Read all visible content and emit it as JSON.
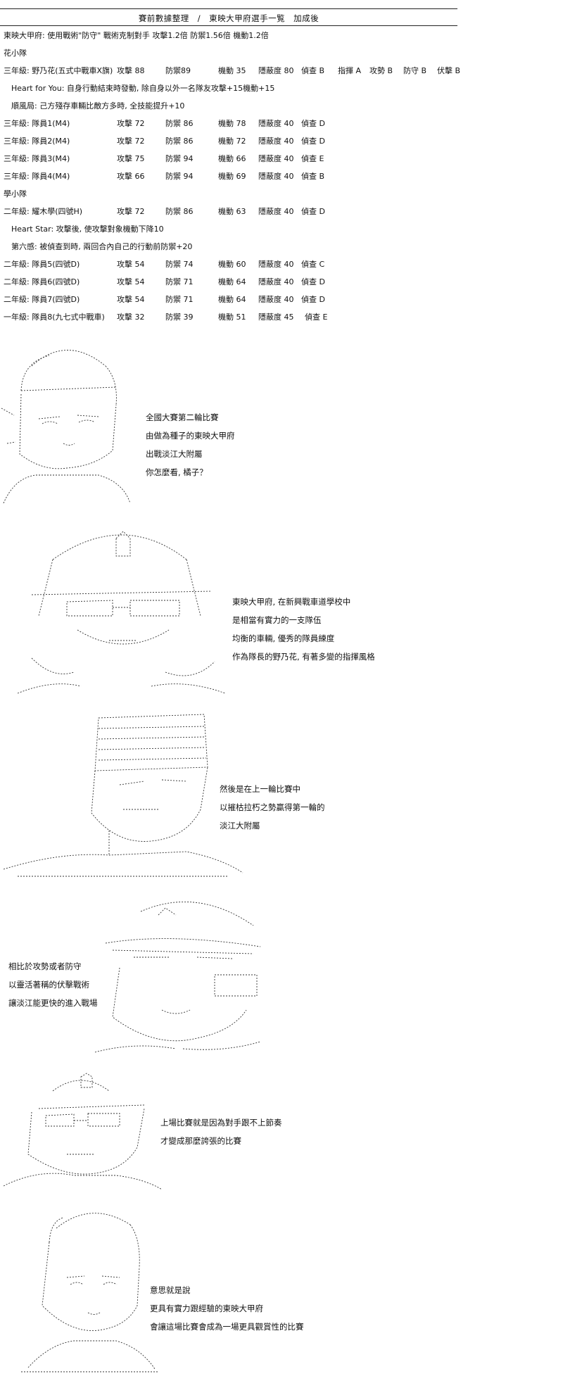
{
  "header": {
    "title": "賽前數據整理　/　東映大甲府選手一覧　加成後"
  },
  "intro": "東映大甲府: 使用戰術\"防守\" 戰術克制對手 攻擊1.2倍 防禦1.56倍 機動1.2倍",
  "team1": {
    "name": "花小隊",
    "leader": {
      "name": "三年級: 野乃花(五式中戰車X旗)",
      "atk": "攻擊 88",
      "def": "防禦89",
      "mob": "機動 35",
      "hid": "隱蔽度 80",
      "rec": "偵查 B",
      "cmd": "指揮 A",
      "ofs": "攻勢 B",
      "dfs": "防守 B",
      "amb": "伏擊 B"
    },
    "skills": [
      "Heart for You: 自身行動結束時發動, 除自身以外一名隊友攻擊+15機動+15",
      "順風局: 己方殘存車輛比敵方多時, 全技能提升+10"
    ],
    "members": [
      {
        "name": "三年級: 隊員1(M4)",
        "atk": "攻擊 72",
        "def": "防禦 86",
        "mob": "機動 78",
        "hid": "隱蔽度 40",
        "rec": "偵查 D"
      },
      {
        "name": "三年級: 隊員2(M4)",
        "atk": "攻擊 72",
        "def": "防禦 86",
        "mob": "機動 72",
        "hid": "隱蔽度 40",
        "rec": "偵查 D"
      },
      {
        "name": "三年級: 隊員3(M4)",
        "atk": "攻擊 75",
        "def": "防禦 94",
        "mob": "機動 66",
        "hid": "隱蔽度 40",
        "rec": "偵查 E"
      },
      {
        "name": "三年級: 隊員4(M4)",
        "atk": "攻擊 66",
        "def": "防禦 94",
        "mob": "機動 69",
        "hid": "隱蔽度 40",
        "rec": "偵查 B"
      }
    ]
  },
  "team2": {
    "name": "學小隊",
    "leader": {
      "name": "二年級: 耀木學(四號H)",
      "atk": "攻擊 72",
      "def": "防禦 86",
      "mob": "機動 63",
      "hid": "隱蔽度 40",
      "rec": "偵查 D"
    },
    "skills": [
      "Heart Star: 攻擊後, 使攻擊對象機動下降10",
      "第六感: 被偵查到時, 兩回合內自己的行動前防禦+20"
    ],
    "members": [
      {
        "name": "二年級: 隊員5(四號D)",
        "atk": "攻擊 54",
        "def": "防禦 74",
        "mob": "機動 60",
        "hid": "隱蔽度 40",
        "rec": "偵查 C"
      },
      {
        "name": "二年級: 隊員6(四號D)",
        "atk": "攻擊 54",
        "def": "防禦 71",
        "mob": "機動 64",
        "hid": "隱蔽度 40",
        "rec": "偵查 D"
      },
      {
        "name": "二年級: 隊員7(四號D)",
        "atk": "攻擊 54",
        "def": "防禦 71",
        "mob": "機動 64",
        "hid": "隱蔽度 40",
        "rec": "偵查 D"
      },
      {
        "name": "一年級: 隊員8(九七式中戰車)",
        "atk": "攻擊 32",
        "def": "防禦 39",
        "mob": "機動 51",
        "hid": "隱蔽度 45",
        "rec": "偵查 E"
      }
    ]
  },
  "panels": [
    {
      "art": "character-portrait-1",
      "lines": [
        "全國大賽第二輪比賽",
        "由做為種子的東映大甲府",
        "出戰淡江大附屬",
        "你怎麼看, 橘子？"
      ]
    },
    {
      "art": "character-portrait-2",
      "lines": [
        "東映大甲府, 在新興戰車道學校中",
        "是相當有實力的一支隊伍",
        "均衡的車輛, 優秀的隊員練度",
        "作為隊長的野乃花, 有著多變的指揮風格"
      ]
    },
    {
      "art": "character-portrait-3",
      "lines": [
        "然後是在上一輪比賽中",
        "以摧枯拉朽之勢贏得第一輪的",
        "淡江大附屬"
      ]
    },
    {
      "art": "character-portrait-4",
      "lines": [
        "相比於攻勢或者防守",
        "以靈活著稱的伏擊戰術",
        "讓淡江能更快的進入戰場"
      ]
    },
    {
      "art": "character-portrait-5",
      "lines": [
        "上場比賽就是因為對手跟不上節奏",
        "才變成那麼誇張的比賽"
      ]
    },
    {
      "art": "character-portrait-6",
      "lines": [
        "意思就是說",
        "更具有實力跟經驗的東映大甲府",
        "會讓這場比賽會成為一場更具觀賞性的比賽"
      ]
    }
  ]
}
